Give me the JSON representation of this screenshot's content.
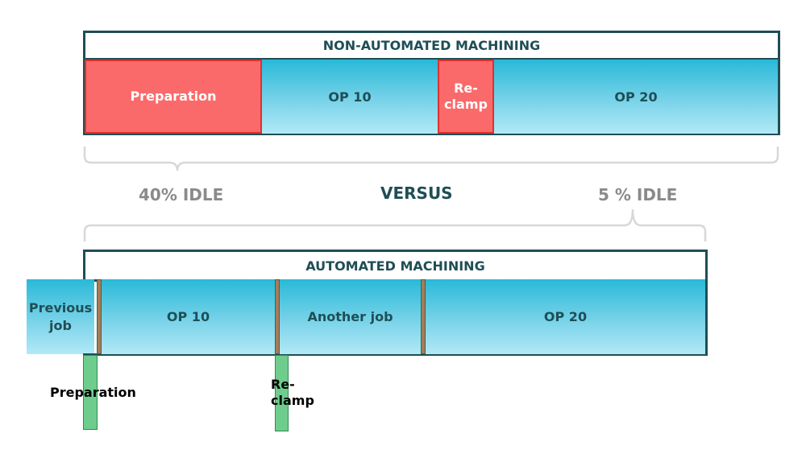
{
  "top": {
    "title": "NON-AUTOMATED MACHINING",
    "segments": {
      "preparation": "Preparation",
      "op10": "OP 10",
      "reclamp_line1": "Re-",
      "reclamp_line2": "clamp",
      "op20": "OP 20"
    }
  },
  "middle": {
    "left_idle": "40% IDLE",
    "versus": "VERSUS",
    "right_idle": "5 % IDLE"
  },
  "bottom": {
    "title": "AUTOMATED MACHINING",
    "segments": {
      "previous_line1": "Previous",
      "previous_line2": "job",
      "op10": "OP 10",
      "another": "Another job",
      "op20": "OP 20"
    },
    "below": {
      "preparation": "Preparation",
      "reclamp_line1": "Re-",
      "reclamp_line2": "clamp"
    }
  },
  "colors": {
    "dark_teal": "#1f4e55",
    "red": "#fb6a6a",
    "green": "#6ecd8c",
    "grey": "#8a8a8a"
  }
}
